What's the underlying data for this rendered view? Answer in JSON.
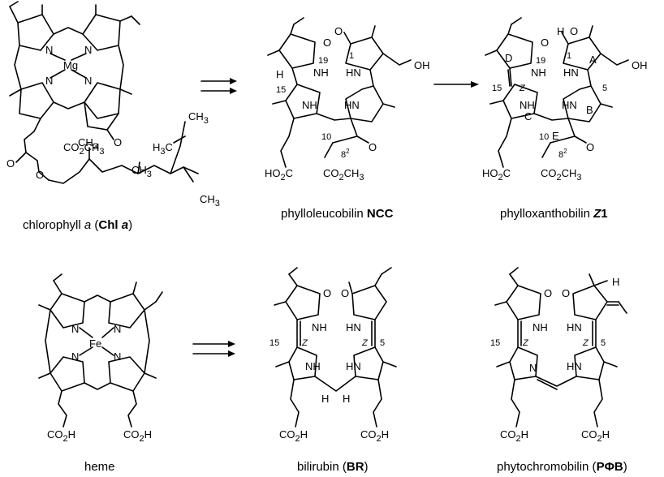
{
  "compounds": {
    "chl_a": {
      "caption_prefix": "chlorophyll ",
      "caption_italic": "a",
      "caption_open": " (",
      "caption_bold": "Chl ",
      "caption_bold_italic": "a",
      "caption_close": ")",
      "metal": "Mg",
      "atoms": {
        "n": "N",
        "ester1": "CO",
        "ester1_sub": "2",
        "ester1_tail": "CH",
        "ester1_sub2": "3",
        "o": "O",
        "ch3": "CH",
        "ch3_sub": "3",
        "h3c": "H",
        "h3c_sub": "3",
        "h3c_tail": "C"
      }
    },
    "ncc": {
      "caption_prefix": "phylloleucobilin ",
      "caption_bold": "NCC",
      "atoms": {
        "o": "O",
        "nh": "NH",
        "hn": "HN",
        "h": "H",
        "oh": "OH",
        "n19": "19",
        "n1": "1",
        "n15": "15",
        "n10": "10",
        "n8": "8",
        "n8_sup": "2",
        "ho2c": "HO",
        "ho2c_sub": "2",
        "ho2c_tail": "C",
        "co2ch3": "CO",
        "co2ch3_sub": "2",
        "co2ch3_tail": "CH",
        "co2ch3_sub2": "3"
      }
    },
    "z1": {
      "caption_prefix": "phylloxanthobilin ",
      "caption_bold_italic": "Z",
      "caption_bold": "1",
      "rings": {
        "a": "A",
        "b": "B",
        "c": "C",
        "d": "D",
        "e": "E"
      },
      "atoms": {
        "z": "Z",
        "n5": "5",
        "n15": "15",
        "n19": "19",
        "n1": "1",
        "n10": "10",
        "n8": "8",
        "n8_sup": "2"
      }
    },
    "heme": {
      "caption": "heme",
      "metal": "Fe",
      "atoms": {
        "n": "N",
        "co2h": "CO",
        "co2h_sub": "2",
        "co2h_tail": "H"
      }
    },
    "bilirubin": {
      "caption_prefix": "bilirubin (",
      "caption_bold": "BR",
      "caption_close": ")",
      "atoms": {
        "o": "O",
        "nh": "NH",
        "hn": "HN",
        "h": "H",
        "z": "Z",
        "n15": "15",
        "n5": "5"
      }
    },
    "phytochromobilin": {
      "caption_prefix": "phytochromobilin (",
      "caption_bold": "PΦB",
      "caption_close": ")",
      "atoms": {
        "o": "O",
        "nh": "NH",
        "hn": "HN",
        "n": "N",
        "h": "H",
        "z": "Z",
        "n15": "15",
        "n5": "5"
      }
    }
  }
}
